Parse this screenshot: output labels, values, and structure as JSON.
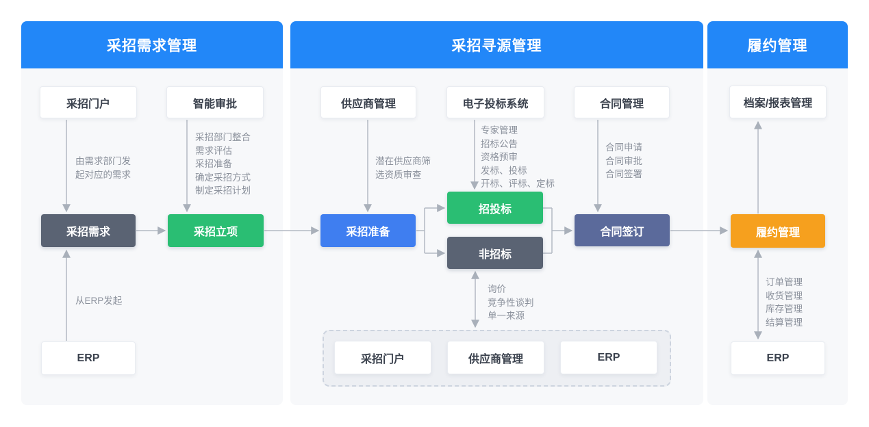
{
  "panels": [
    {
      "title": "采招需求管理"
    },
    {
      "title": "采招寻源管理"
    },
    {
      "title": "履约管理"
    }
  ],
  "nodes": {
    "portal1": {
      "label": "采招门户"
    },
    "approval": {
      "label": "智能审批"
    },
    "demand": {
      "label": "采招需求"
    },
    "project": {
      "label": "采招立项"
    },
    "erp1": {
      "label": "ERP"
    },
    "supplier1": {
      "label": "供应商管理"
    },
    "ebidding": {
      "label": "电子投标系统"
    },
    "contract_mgmt": {
      "label": "合同管理"
    },
    "prep": {
      "label": "采招准备"
    },
    "bidding": {
      "label": "招投标"
    },
    "nonbidding": {
      "label": "非招标"
    },
    "contract_sign": {
      "label": "合同签订"
    },
    "portal2": {
      "label": "采招门户"
    },
    "supplier2": {
      "label": "供应商管理"
    },
    "erp2": {
      "label": "ERP"
    },
    "archive": {
      "label": "档案/报表管理"
    },
    "performance": {
      "label": "履约管理"
    },
    "erp3": {
      "label": "ERP"
    }
  },
  "edge_labels": {
    "demand_note": "由需求部门发\n起对应的需求",
    "approval_note": "采招部门整合\n需求评估\n采招准备\n确定采招方式\n制定采招计划",
    "erp_note": "从ERP发起",
    "supplier_note": "潜在供应商筛\n选资质审查",
    "ebidding_note": "专家管理\n招标公告\n资格预审\n发标、投标\n开标、评标、定标",
    "contract_note": "合同申请\n合同审批\n合同签署",
    "nonbidding_note": "询价\n竞争性谈判\n单一来源",
    "performance_note": "订单管理\n收货管理\n库存管理\n结算管理"
  },
  "colors": {
    "header_blue": "#2287F8",
    "node_dark_gray": "#5A6373",
    "node_green": "#2ABE73",
    "node_blue": "#3F7EF0",
    "node_slate_blue": "#5B6A9B",
    "node_orange": "#F6A01E",
    "arrow_gray": "#B3B9C3",
    "label_gray": "#8B919C",
    "panel_bg": "#F7F8FA"
  }
}
